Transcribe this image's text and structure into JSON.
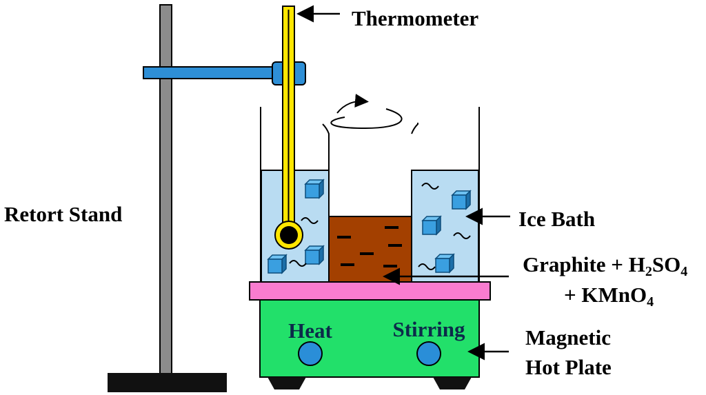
{
  "labels": {
    "thermometer": "Thermometer",
    "retort_stand": "Retort Stand",
    "ice_bath": "Ice Bath",
    "mixture_line1_a": "Graphite + H",
    "mixture_line1_sub1": "2",
    "mixture_line1_b": "SO",
    "mixture_line1_sub2": "4",
    "mixture_line2_a": "+ KMnO",
    "mixture_line2_sub": "4",
    "hotplate_line1": "Magnetic",
    "hotplate_line2": "Hot Plate",
    "heat_knob": "Heat",
    "stirring_knob": "Stirring"
  },
  "colors": {
    "stand_rod": "#8c8c8c",
    "stand_base": "#111111",
    "clamp": "#2e8fd6",
    "thermometer": "#ffe600",
    "ice_water": "#b9dcf2",
    "ice_cube": "#3a9fe0",
    "mixture": "#a34000",
    "hotplate_top": "#f97ccf",
    "hotplate_body": "#22e06a",
    "knob": "#2a8ed8"
  }
}
